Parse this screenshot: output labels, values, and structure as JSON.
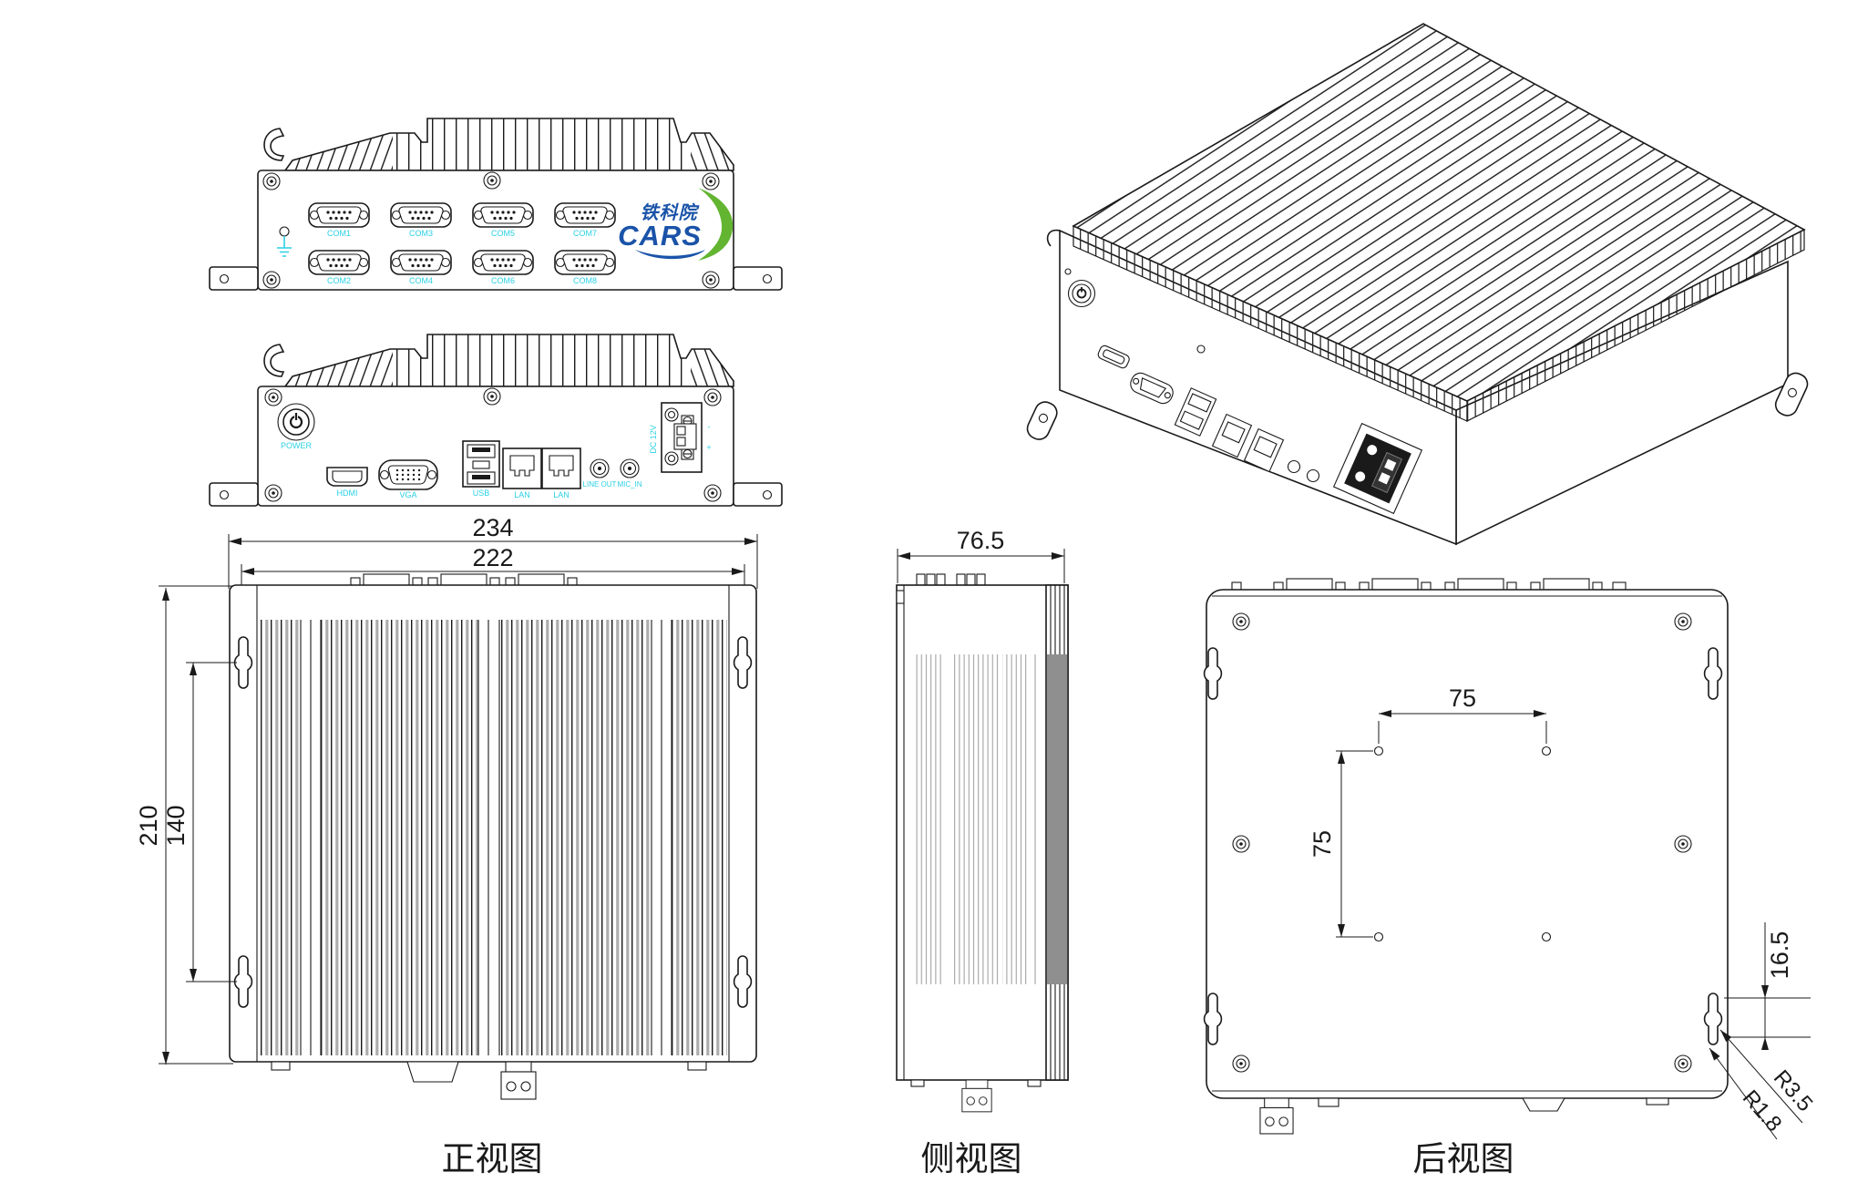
{
  "colors": {
    "label_cyan": "#2bd1e4",
    "logo_blue": "#1a53a8",
    "logo_green": "#63b531",
    "line_ink": "#1a1a1a"
  },
  "logo": {
    "chinese": "铁科院",
    "brand": "CARS"
  },
  "captions": {
    "front": "正视图",
    "side": "侧视图",
    "rear": "后视图"
  },
  "serial_panel": {
    "com_row1": [
      "COM1",
      "COM3",
      "COM5",
      "COM7"
    ],
    "com_row2": [
      "COM2",
      "COM4",
      "COM6",
      "COM8"
    ]
  },
  "io_panel": {
    "power": "POWER",
    "hdmi": "HDMI",
    "vga": "VGA",
    "usb": "USB",
    "lan1": "LAN",
    "lan2": "LAN",
    "line_out": "LINE OUT",
    "mic_in": "MIC_IN",
    "dc": "DC 12V",
    "minus": "-",
    "plus": "+"
  },
  "dimensions": {
    "width_outer": "234",
    "width_inner": "222",
    "height_outer": "210",
    "mount_height": "140",
    "depth": "76.5",
    "vesa_h": "75",
    "vesa_v": "75",
    "edge_offset": "16.5",
    "radius_outer": "R3.5",
    "radius_inner": "R1.8"
  }
}
